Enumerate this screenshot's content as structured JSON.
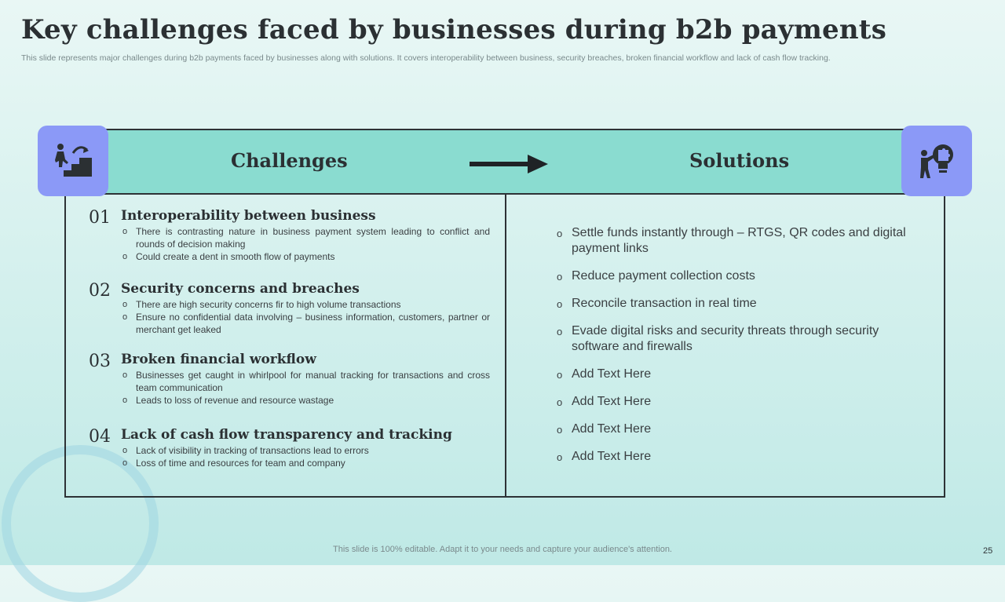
{
  "title": "Key challenges faced by businesses during b2b payments",
  "subtitle": "This slide represents major challenges during b2b payments faced by businesses along with solutions. It covers interoperability between business, security breaches, broken financial workflow and lack of cash flow tracking.",
  "header": {
    "challenges_label": "Challenges",
    "solutions_label": "Solutions",
    "left_icon": "person-climbing-stairs-icon",
    "right_icon": "puzzle-lightbulb-icon",
    "arrow_icon": "right-arrow-icon"
  },
  "challenges": [
    {
      "number": "01",
      "title": "Interoperability between business",
      "bullets": [
        "There is contrasting nature in business payment system leading to conflict and rounds of decision making",
        "Could create a dent in smooth flow of payments"
      ]
    },
    {
      "number": "02",
      "title": "Security concerns and breaches",
      "bullets": [
        "There are high security concerns fir to high volume transactions",
        "Ensure no confidential data involving  – business information, customers, partner or merchant get leaked"
      ]
    },
    {
      "number": "03",
      "title": "Broken financial workflow",
      "bullets": [
        "Businesses get caught in whirlpool for manual tracking for transactions and cross team communication",
        "Leads to loss of revenue  and resource wastage"
      ]
    },
    {
      "number": "04",
      "title": "Lack of cash flow transparency and tracking",
      "bullets": [
        "Lack of visibility in tracking of transactions lead to errors",
        "Loss of time and resources for team and company"
      ]
    }
  ],
  "solutions": [
    "Settle funds instantly through – RTGS, QR codes and digital payment links",
    "Reduce payment collection costs",
    "Reconcile transaction in real time",
    "Evade digital risks and security threats through security software and firewalls",
    "Add Text Here",
    "Add Text Here",
    "Add Text Here",
    "Add Text Here"
  ],
  "footer": "This slide is 100% editable. Adapt it to your needs and capture your audience's attention.",
  "page_number": "25",
  "colors": {
    "header_band": "#8adcd0",
    "icon_box": "#8b99f7",
    "text_dark": "#2b3033"
  }
}
